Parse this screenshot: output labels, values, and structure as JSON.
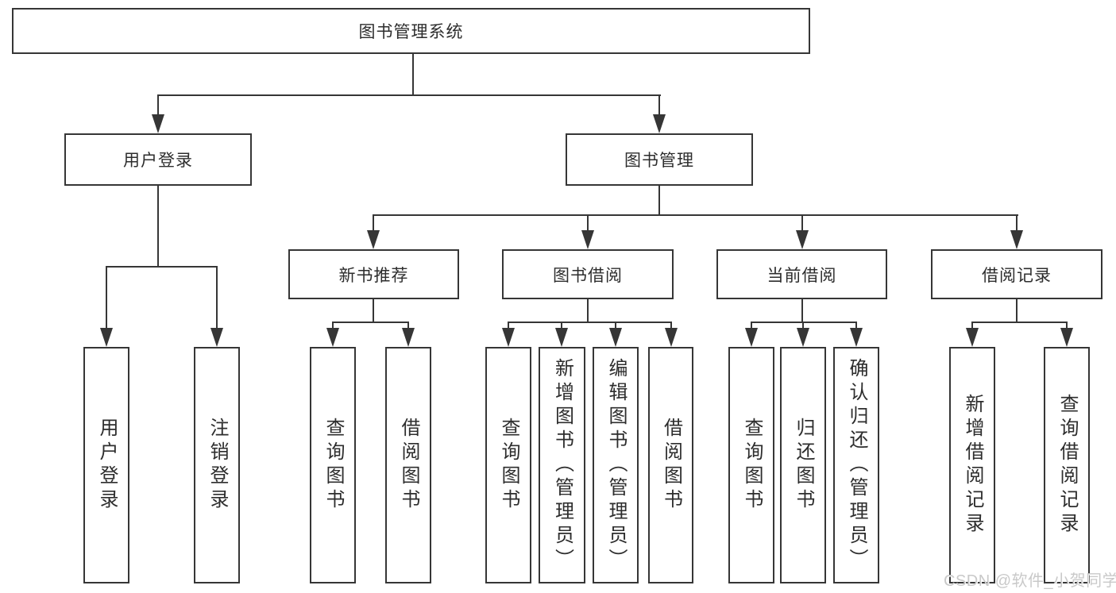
{
  "tree": {
    "root": "图书管理系统",
    "user_login": {
      "label": "用户登录",
      "children": [
        "用户登录",
        "注销登录"
      ]
    },
    "book_mgmt": {
      "label": "图书管理",
      "sections": [
        {
          "label": "新书推荐",
          "children": [
            "查询图书",
            "借阅图书"
          ]
        },
        {
          "label": "图书借阅",
          "children": [
            "查询图书",
            "新增图书（管理员）",
            "编辑图书（管理员）",
            "借阅图书"
          ]
        },
        {
          "label": "当前借阅",
          "children": [
            "查询图书",
            "归还图书",
            "确认归还（管理员）"
          ]
        },
        {
          "label": "借阅记录",
          "children": [
            "新增借阅记录",
            "查询借阅记录"
          ]
        }
      ]
    }
  },
  "watermark": "CSDN @软件_小贺同学",
  "colors": {
    "line": "#363636",
    "text": "#2d2d2d",
    "watermark": "#c9c9c9",
    "background": "#ffffff"
  }
}
